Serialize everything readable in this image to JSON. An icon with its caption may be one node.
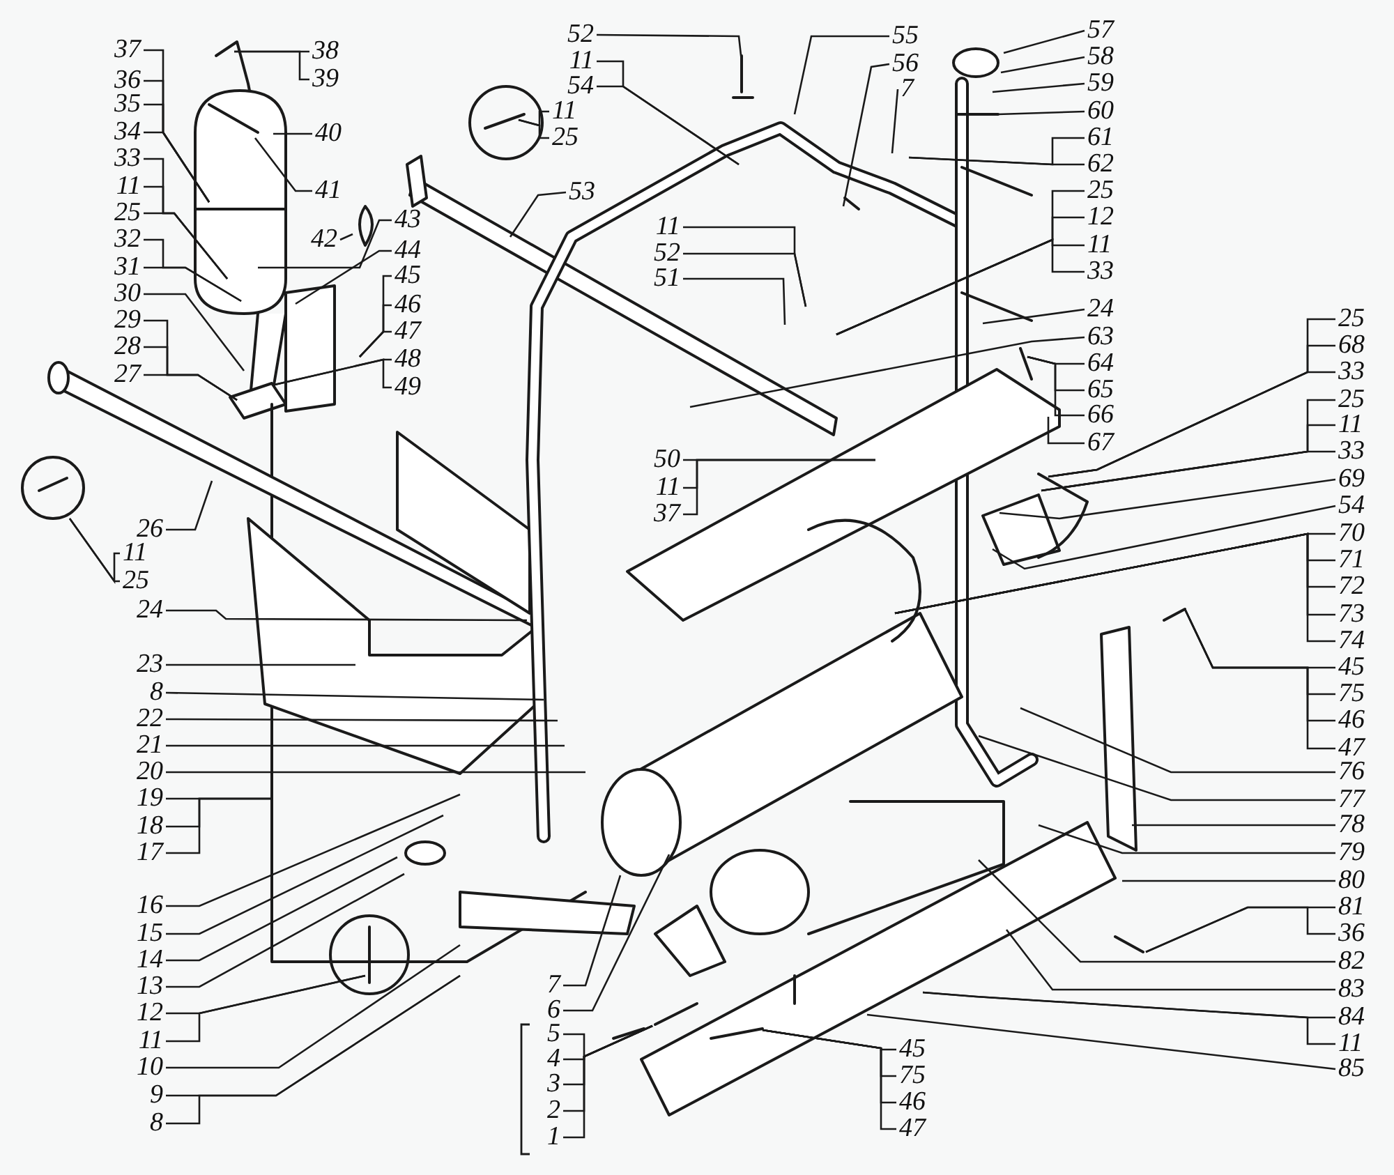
{
  "diagram": {
    "nodes": [
      {
        "text": [
          "37"
        ]
      },
      {
        "text": [
          "36"
        ]
      },
      {
        "text": [
          "35"
        ]
      },
      {
        "text": [
          "34"
        ]
      },
      {
        "text": [
          "33"
        ]
      },
      {
        "text": [
          "11"
        ]
      },
      {
        "text": [
          "25"
        ]
      },
      {
        "text": [
          "32"
        ]
      },
      {
        "text": [
          "31"
        ]
      },
      {
        "text": [
          "30"
        ]
      },
      {
        "text": [
          "29"
        ]
      },
      {
        "text": [
          "28"
        ]
      },
      {
        "text": [
          "27"
        ]
      },
      {
        "text": [
          "26"
        ]
      },
      {
        "text": [
          "11"
        ]
      },
      {
        "text": [
          "25"
        ]
      },
      {
        "text": [
          "24"
        ]
      },
      {
        "text": [
          "23"
        ]
      },
      {
        "text": [
          "8"
        ]
      },
      {
        "text": [
          "22"
        ]
      },
      {
        "text": [
          "21"
        ]
      },
      {
        "text": [
          "20"
        ]
      },
      {
        "text": [
          "19"
        ]
      },
      {
        "text": [
          "18"
        ]
      },
      {
        "text": [
          "17"
        ]
      },
      {
        "text": [
          "16"
        ]
      },
      {
        "text": [
          "15"
        ]
      },
      {
        "text": [
          "14"
        ]
      },
      {
        "text": [
          "13"
        ]
      },
      {
        "text": [
          "12"
        ]
      },
      {
        "text": [
          "11"
        ]
      },
      {
        "text": [
          "10"
        ]
      },
      {
        "text": [
          "9"
        ]
      },
      {
        "text": [
          "8"
        ]
      },
      {
        "text": [
          "38"
        ]
      },
      {
        "text": [
          "39"
        ]
      },
      {
        "text": [
          "40"
        ]
      },
      {
        "text": [
          "41"
        ]
      },
      {
        "text": [
          "42"
        ]
      },
      {
        "text": [
          "43"
        ]
      },
      {
        "text": [
          "44"
        ]
      },
      {
        "text": [
          "45"
        ]
      },
      {
        "text": [
          "46"
        ]
      },
      {
        "text": [
          "47"
        ]
      },
      {
        "text": [
          "48"
        ]
      },
      {
        "text": [
          "49"
        ]
      },
      {
        "text": [
          "52"
        ]
      },
      {
        "text": [
          "11"
        ]
      },
      {
        "text": [
          "54"
        ]
      },
      {
        "text": [
          "11"
        ]
      },
      {
        "text": [
          "25"
        ]
      },
      {
        "text": [
          "53"
        ]
      },
      {
        "text": [
          "11"
        ]
      },
      {
        "text": [
          "52"
        ]
      },
      {
        "text": [
          "51"
        ]
      },
      {
        "text": [
          "50"
        ]
      },
      {
        "text": [
          "11"
        ]
      },
      {
        "text": [
          "37"
        ]
      },
      {
        "text": [
          "55"
        ]
      },
      {
        "text": [
          "56"
        ]
      },
      {
        "text": [
          "7"
        ]
      },
      {
        "text": [
          "57"
        ]
      },
      {
        "text": [
          "58"
        ]
      },
      {
        "text": [
          "59"
        ]
      },
      {
        "text": [
          "60"
        ]
      },
      {
        "text": [
          "61"
        ]
      },
      {
        "text": [
          "62"
        ]
      },
      {
        "text": [
          "25"
        ]
      },
      {
        "text": [
          "12"
        ]
      },
      {
        "text": [
          "11"
        ]
      },
      {
        "text": [
          "33"
        ]
      },
      {
        "text": [
          "24"
        ]
      },
      {
        "text": [
          "63"
        ]
      },
      {
        "text": [
          "64"
        ]
      },
      {
        "text": [
          "65"
        ]
      },
      {
        "text": [
          "66"
        ]
      },
      {
        "text": [
          "67"
        ]
      },
      {
        "text": [
          "25"
        ]
      },
      {
        "text": [
          "68"
        ]
      },
      {
        "text": [
          "33"
        ]
      },
      {
        "text": [
          "25"
        ]
      },
      {
        "text": [
          "11"
        ]
      },
      {
        "text": [
          "33"
        ]
      },
      {
        "text": [
          "69"
        ]
      },
      {
        "text": [
          "54"
        ]
      },
      {
        "text": [
          "70"
        ]
      },
      {
        "text": [
          "71"
        ]
      },
      {
        "text": [
          "72"
        ]
      },
      {
        "text": [
          "73"
        ]
      },
      {
        "text": [
          "74"
        ]
      },
      {
        "text": [
          "45"
        ]
      },
      {
        "text": [
          "75"
        ]
      },
      {
        "text": [
          "46"
        ]
      },
      {
        "text": [
          "47"
        ]
      },
      {
        "text": [
          "76"
        ]
      },
      {
        "text": [
          "77"
        ]
      },
      {
        "text": [
          "78"
        ]
      },
      {
        "text": [
          "79"
        ]
      },
      {
        "text": [
          "80"
        ]
      },
      {
        "text": [
          "81"
        ]
      },
      {
        "text": [
          "36"
        ]
      },
      {
        "text": [
          "82"
        ]
      },
      {
        "text": [
          "83"
        ]
      },
      {
        "text": [
          "84"
        ]
      },
      {
        "text": [
          "11"
        ]
      },
      {
        "text": [
          "85"
        ]
      },
      {
        "text": [
          "7"
        ]
      },
      {
        "text": [
          "6"
        ]
      },
      {
        "text": [
          "5"
        ]
      },
      {
        "text": [
          "4"
        ]
      },
      {
        "text": [
          "3"
        ]
      },
      {
        "text": [
          "2"
        ]
      },
      {
        "text": [
          "1"
        ]
      },
      {
        "text": [
          "45"
        ]
      },
      {
        "text": [
          "75"
        ]
      },
      {
        "text": [
          "46"
        ]
      },
      {
        "text": [
          "47"
        ]
      }
    ],
    "edges": [
      {
        "from": 0,
        "to": null,
        "arrow": "none"
      },
      {
        "from": 1,
        "to": null,
        "arrow": "none"
      },
      {
        "from": 2,
        "to": null,
        "arrow": "none"
      },
      {
        "from": 3,
        "to": null,
        "arrow": "none"
      },
      {
        "from": 4,
        "to": null,
        "arrow": "none"
      },
      {
        "from": 5,
        "to": null,
        "arrow": "none"
      },
      {
        "from": 6,
        "to": null,
        "arrow": "none"
      },
      {
        "from": 7,
        "to": null,
        "arrow": "none"
      },
      {
        "from": 8,
        "to": null,
        "arrow": "none"
      },
      {
        "from": 9,
        "to": null,
        "arrow": "none"
      },
      {
        "from": 10,
        "to": null,
        "arrow": "none"
      },
      {
        "from": 11,
        "to": null,
        "arrow": "none"
      },
      {
        "from": 12,
        "to": null,
        "arrow": "none"
      },
      {
        "from": 13,
        "to": null,
        "arrow": "none"
      },
      {
        "from": 14,
        "to": null,
        "arrow": "none"
      },
      {
        "from": 15,
        "to": null,
        "arrow": "none"
      },
      {
        "from": 16,
        "to": null,
        "arrow": "none"
      },
      {
        "from": 17,
        "to": null,
        "arrow": "none"
      },
      {
        "from": 18,
        "to": null,
        "arrow": "none"
      },
      {
        "from": 19,
        "to": null,
        "arrow": "none"
      },
      {
        "from": 20,
        "to": null,
        "arrow": "none"
      },
      {
        "from": 21,
        "to": null,
        "arrow": "none"
      },
      {
        "from": 22,
        "to": null,
        "arrow": "none"
      },
      {
        "from": 23,
        "to": null,
        "arrow": "none"
      },
      {
        "from": 24,
        "to": null,
        "arrow": "none"
      },
      {
        "from": 25,
        "to": null,
        "arrow": "none"
      },
      {
        "from": 26,
        "to": null,
        "arrow": "none"
      },
      {
        "from": 27,
        "to": null,
        "arrow": "none"
      },
      {
        "from": 28,
        "to": null,
        "arrow": "none"
      },
      {
        "from": 29,
        "to": null,
        "arrow": "none"
      },
      {
        "from": 30,
        "to": null,
        "arrow": "none"
      },
      {
        "from": 31,
        "to": null,
        "arrow": "none"
      },
      {
        "from": 32,
        "to": null,
        "arrow": "none"
      },
      {
        "from": 33,
        "to": null,
        "arrow": "none"
      },
      {
        "from": 34,
        "to": null,
        "arrow": "none"
      },
      {
        "from": 35,
        "to": null,
        "arrow": "none"
      },
      {
        "from": 36,
        "to": null,
        "arrow": "none"
      },
      {
        "from": 37,
        "to": null,
        "arrow": "none"
      },
      {
        "from": 38,
        "to": null,
        "arrow": "none"
      },
      {
        "from": 39,
        "to": null,
        "arrow": "none"
      },
      {
        "from": 40,
        "to": null,
        "arrow": "none"
      },
      {
        "from": 41,
        "to": null,
        "arrow": "none"
      },
      {
        "from": 42,
        "to": null,
        "arrow": "none"
      },
      {
        "from": 43,
        "to": null,
        "arrow": "none"
      },
      {
        "from": 44,
        "to": null,
        "arrow": "none"
      },
      {
        "from": 45,
        "to": null,
        "arrow": "none"
      },
      {
        "from": 46,
        "to": null,
        "arrow": "none"
      },
      {
        "from": 47,
        "to": null,
        "arrow": "none"
      },
      {
        "from": 48,
        "to": null,
        "arrow": "none"
      },
      {
        "from": 49,
        "to": null,
        "arrow": "none"
      },
      {
        "from": 50,
        "to": null,
        "arrow": "none"
      },
      {
        "from": 51,
        "to": null,
        "arrow": "none"
      },
      {
        "from": 52,
        "to": null,
        "arrow": "none"
      },
      {
        "from": 53,
        "to": null,
        "arrow": "none"
      },
      {
        "from": 54,
        "to": null,
        "arrow": "none"
      },
      {
        "from": 55,
        "to": null,
        "arrow": "none"
      },
      {
        "from": 56,
        "to": null,
        "arrow": "none"
      },
      {
        "from": 57,
        "to": null,
        "arrow": "none"
      },
      {
        "from": 58,
        "to": null,
        "arrow": "none"
      },
      {
        "from": 59,
        "to": null,
        "arrow": "none"
      },
      {
        "from": 60,
        "to": null,
        "arrow": "none"
      },
      {
        "from": 61,
        "to": null,
        "arrow": "none"
      },
      {
        "from": 62,
        "to": null,
        "arrow": "none"
      },
      {
        "from": 63,
        "to": null,
        "arrow": "none"
      },
      {
        "from": 64,
        "to": null,
        "arrow": "none"
      },
      {
        "from": 65,
        "to": null,
        "arrow": "none"
      },
      {
        "from": 66,
        "to": null,
        "arrow": "none"
      },
      {
        "from": 67,
        "to": null,
        "arrow": "none"
      },
      {
        "from": 68,
        "to": null,
        "arrow": "none"
      },
      {
        "from": 69,
        "to": null,
        "arrow": "none"
      },
      {
        "from": 70,
        "to": null,
        "arrow": "none"
      },
      {
        "from": 71,
        "to": null,
        "arrow": "none"
      },
      {
        "from": 72,
        "to": null,
        "arrow": "none"
      },
      {
        "from": 73,
        "to": null,
        "arrow": "none"
      },
      {
        "from": 74,
        "to": null,
        "arrow": "none"
      },
      {
        "from": 75,
        "to": null,
        "arrow": "none"
      },
      {
        "from": 76,
        "to": null,
        "arrow": "none"
      },
      {
        "from": 77,
        "to": null,
        "arrow": "none"
      },
      {
        "from": 78,
        "to": null,
        "arrow": "none"
      },
      {
        "from": 79,
        "to": null,
        "arrow": "none"
      },
      {
        "from": 80,
        "to": null,
        "arrow": "none"
      },
      {
        "from": 81,
        "to": null,
        "arrow": "none"
      },
      {
        "from": 82,
        "to": null,
        "arrow": "none"
      },
      {
        "from": 83,
        "to": null,
        "arrow": "none"
      },
      {
        "from": 84,
        "to": null,
        "arrow": "none"
      },
      {
        "from": 85,
        "to": null,
        "arrow": "none"
      },
      {
        "from": 86,
        "to": null,
        "arrow": "none"
      },
      {
        "from": 87,
        "to": null,
        "arrow": "none"
      },
      {
        "from": 88,
        "to": null,
        "arrow": "none"
      },
      {
        "from": 89,
        "to": null,
        "arrow": "none"
      },
      {
        "from": 90,
        "to": null,
        "arrow": "none"
      },
      {
        "from": 91,
        "to": null,
        "arrow": "none"
      },
      {
        "from": 92,
        "to": null,
        "arrow": "none"
      },
      {
        "from": 93,
        "to": null,
        "arrow": "none"
      },
      {
        "from": 94,
        "to": null,
        "arrow": "none"
      },
      {
        "from": 95,
        "to": null,
        "arrow": "none"
      },
      {
        "from": 96,
        "to": null,
        "arrow": "none"
      },
      {
        "from": 97,
        "to": null,
        "arrow": "none"
      },
      {
        "from": 98,
        "to": null,
        "arrow": "none"
      },
      {
        "from": 99,
        "to": null,
        "arrow": "none"
      },
      {
        "from": 100,
        "to": null,
        "arrow": "none"
      },
      {
        "from": 101,
        "to": null,
        "arrow": "none"
      },
      {
        "from": 102,
        "to": null,
        "arrow": "none"
      },
      {
        "from": 103,
        "to": null,
        "arrow": "none"
      },
      {
        "from": 104,
        "to": null,
        "arrow": "none"
      },
      {
        "from": 105,
        "to": null,
        "arrow": "none"
      },
      {
        "from": 106,
        "to": null,
        "arrow": "none"
      },
      {
        "from": 107,
        "to": null,
        "arrow": "none"
      },
      {
        "from": 108,
        "to": null,
        "arrow": "none"
      },
      {
        "from": 109,
        "to": null,
        "arrow": "none"
      },
      {
        "from": 110,
        "to": null,
        "arrow": "none"
      },
      {
        "from": 111,
        "to": null,
        "arrow": "none"
      },
      {
        "from": 112,
        "to": null,
        "arrow": "none"
      },
      {
        "from": 113,
        "to": null,
        "arrow": "none"
      },
      {
        "from": 114,
        "to": null,
        "arrow": "none"
      },
      {
        "from": 115,
        "to": null,
        "arrow": "none"
      },
      {
        "from": 116,
        "to": null,
        "arrow": "none"
      }
    ]
  }
}
